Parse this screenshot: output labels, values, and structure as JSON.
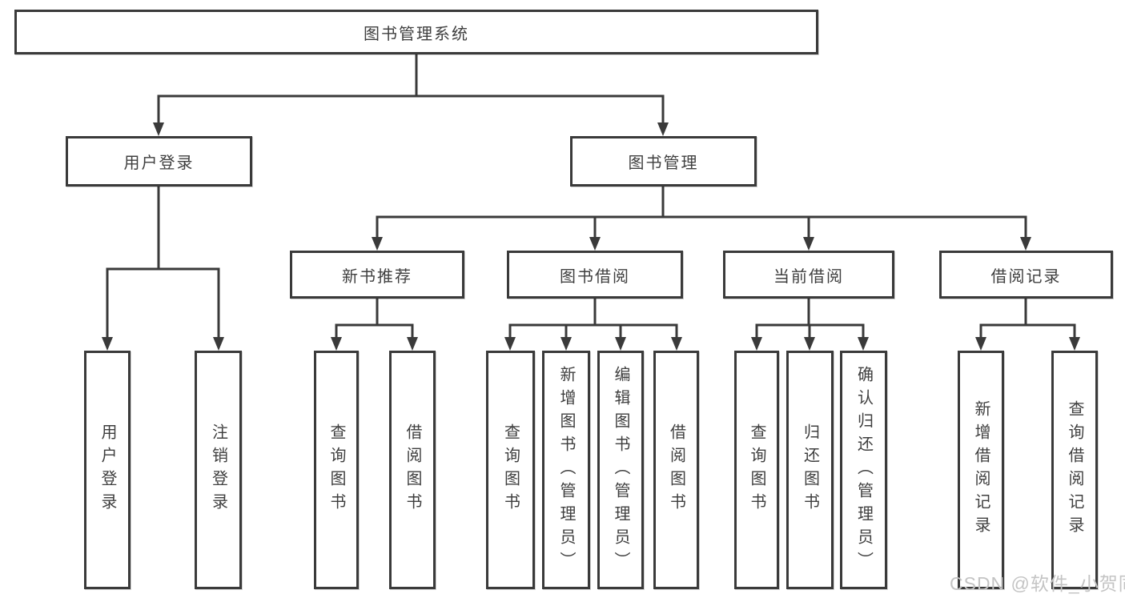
{
  "tree": {
    "label": "图书管理系统",
    "children": [
      {
        "label": "用户登录",
        "children": [
          {
            "label": "用户登录"
          },
          {
            "label": "注销登录"
          }
        ]
      },
      {
        "label": "图书管理",
        "children": [
          {
            "label": "新书推荐",
            "children": [
              {
                "label": "查询图书"
              },
              {
                "label": "借阅图书"
              }
            ]
          },
          {
            "label": "图书借阅",
            "children": [
              {
                "label": "查询图书"
              },
              {
                "label": "新增图书（管理员）"
              },
              {
                "label": "编辑图书（管理员）"
              },
              {
                "label": "借阅图书"
              }
            ]
          },
          {
            "label": "当前借阅",
            "children": [
              {
                "label": "查询图书"
              },
              {
                "label": "归还图书"
              },
              {
                "label": "确认归还（管理员）"
              }
            ]
          },
          {
            "label": "借阅记录",
            "children": [
              {
                "label": "新增借阅记录"
              },
              {
                "label": "查询借阅记录"
              }
            ]
          }
        ]
      }
    ]
  },
  "watermark": {
    "text": "CSDN @软件_小贺同学"
  },
  "colors": {
    "line": "#3a3a3a",
    "box_border": "#3a3a3a",
    "text": "#3f3f3f",
    "watermark": "#c4c4c4",
    "background": "#ffffff"
  }
}
